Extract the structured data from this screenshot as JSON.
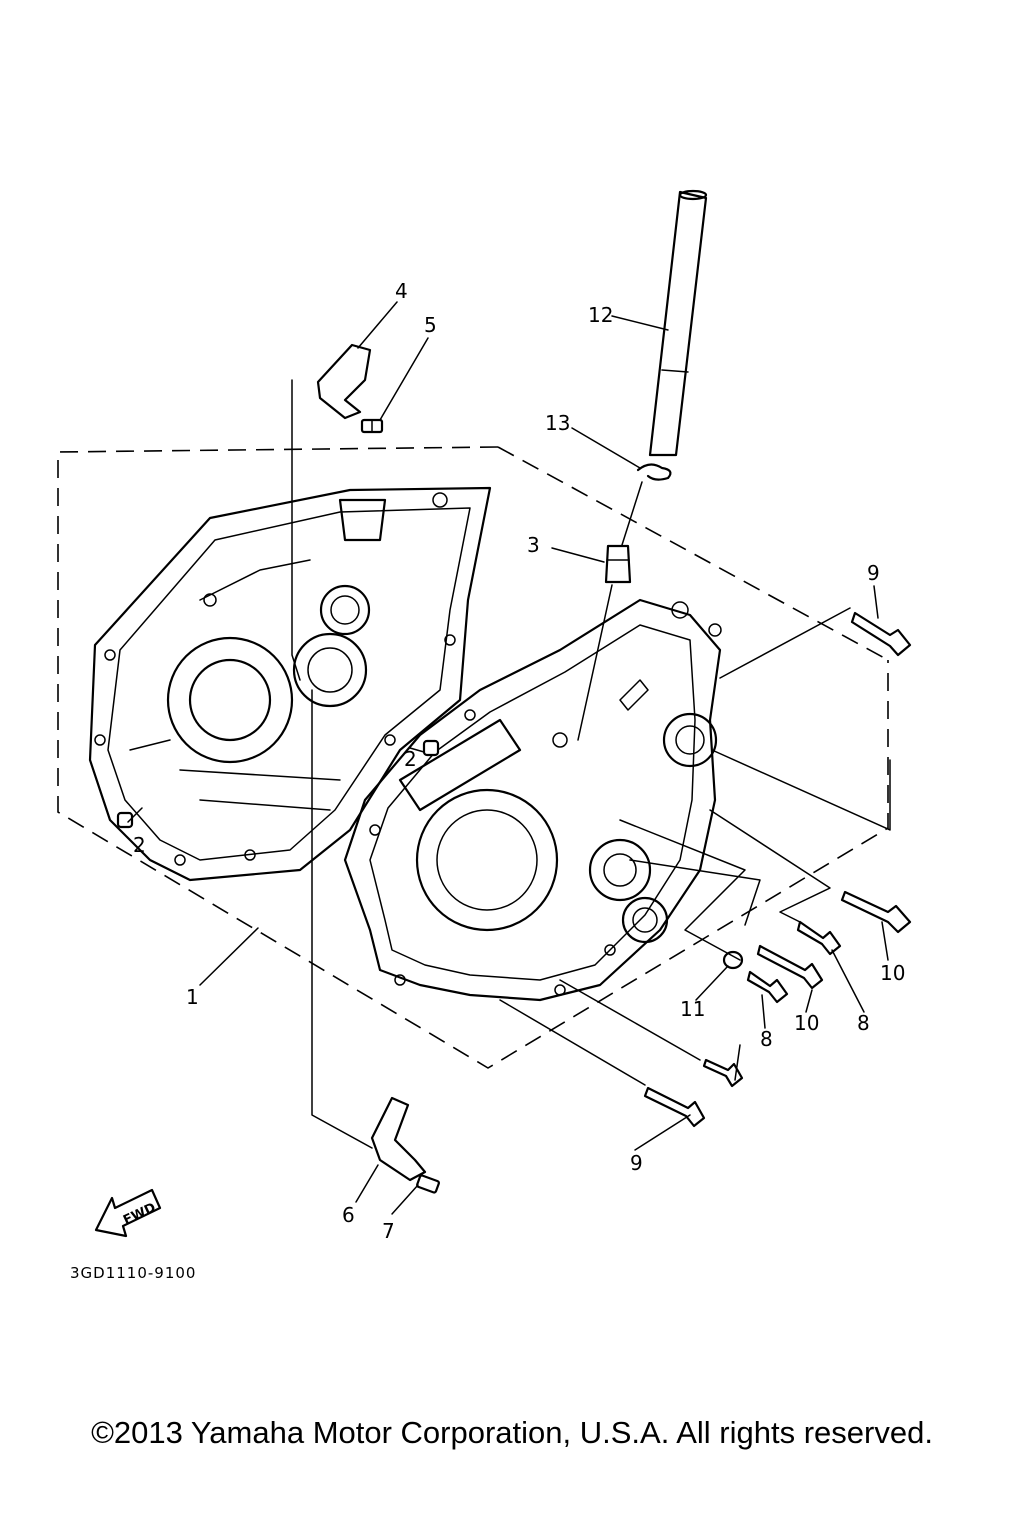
{
  "diagram": {
    "part_code": "3GD1110-9100",
    "fwd_label": "FWD",
    "callouts": {
      "c1": "1",
      "c2a": "2",
      "c2b": "2",
      "c3": "3",
      "c4": "4",
      "c5": "5",
      "c6": "6",
      "c7": "7",
      "c8a": "8",
      "c8b": "8",
      "c9a": "9",
      "c9b": "9",
      "c10a": "10",
      "c10b": "10",
      "c11": "11",
      "c12": "12",
      "c13": "13"
    }
  },
  "footer": {
    "copyright": "©2013 Yamaha Motor Corporation, U.S.A. All rights reserved."
  }
}
